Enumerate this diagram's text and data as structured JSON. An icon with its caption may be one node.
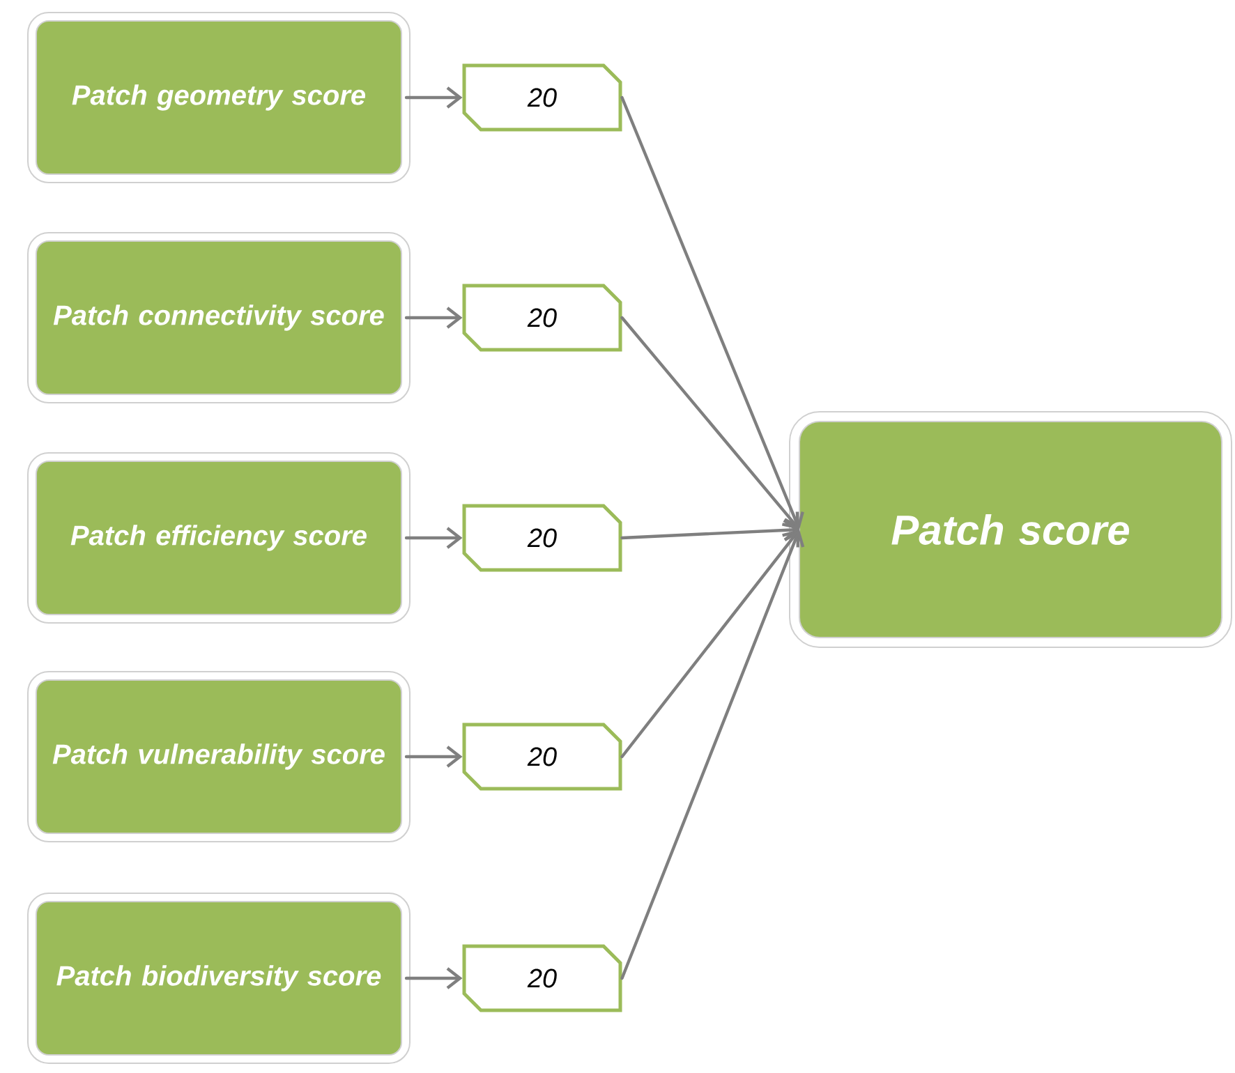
{
  "diagram": {
    "nodes": [
      {
        "text": [
          "Patch geometry score"
        ]
      },
      {
        "text": [
          "Patch connectivity score"
        ]
      },
      {
        "text": [
          "Patch efficiency score"
        ]
      },
      {
        "text": [
          "Patch vulnerability score"
        ]
      },
      {
        "text": [
          "Patch biodiversity score"
        ]
      },
      {
        "text": [
          "20"
        ]
      },
      {
        "text": [
          "20"
        ]
      },
      {
        "text": [
          "20"
        ]
      },
      {
        "text": [
          "20"
        ]
      },
      {
        "text": [
          "20"
        ]
      },
      {
        "text": [
          "Patch score"
        ]
      }
    ],
    "edges": [
      {
        "from": 0,
        "to": 5,
        "arrow": "to"
      },
      {
        "from": 1,
        "to": 6,
        "arrow": "to"
      },
      {
        "from": 2,
        "to": 7,
        "arrow": "to"
      },
      {
        "from": 3,
        "to": 8,
        "arrow": "to"
      },
      {
        "from": 4,
        "to": 9,
        "arrow": "to"
      },
      {
        "from": 5,
        "to": 10,
        "arrow": "to"
      },
      {
        "from": 6,
        "to": 10,
        "arrow": "to"
      },
      {
        "from": 7,
        "to": 10,
        "arrow": "to"
      },
      {
        "from": 8,
        "to": 10,
        "arrow": "to"
      },
      {
        "from": 9,
        "to": 10,
        "arrow": "to"
      }
    ]
  }
}
